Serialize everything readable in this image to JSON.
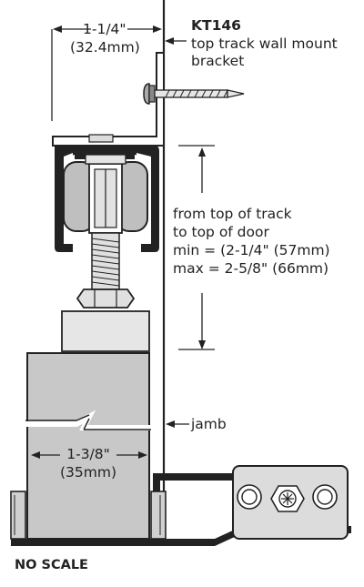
{
  "product": {
    "code": "KT146",
    "description_line1": "top track wall mount",
    "description_line2": "bracket"
  },
  "dimensions": {
    "bracket_width": {
      "imperial": "1-1/4\"",
      "metric": "(32.4mm)"
    },
    "track_to_door": {
      "line1": "from top of track",
      "line2": "to top of door",
      "line3": "min = (2-1/4\" (57mm)",
      "line4": "max = 2-5/8\" (66mm)"
    },
    "door_thickness": {
      "imperial": "1-3/8\"",
      "metric": "(35mm)"
    }
  },
  "labels": {
    "jamb": "jamb",
    "scale_note": "NO SCALE"
  },
  "colors": {
    "line": "#222222",
    "door_gray": "#c8c8c8",
    "roller_gray": "#bfbfbf",
    "light_gray": "#e4e4e4",
    "stop_gray": "#d0d0d0"
  }
}
